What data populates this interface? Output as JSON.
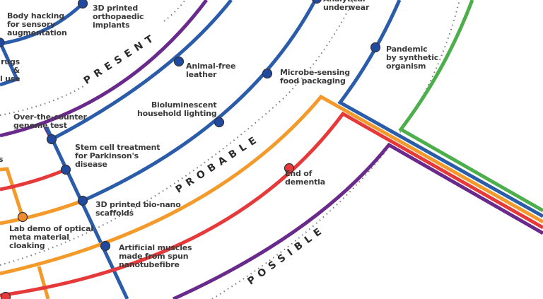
{
  "colors": {
    "blue": "#2a5caa",
    "purple": "#6a2a8c",
    "orange": "#f39a2b",
    "red": "#e63a3a",
    "green": "#4caf4c",
    "node": "#1f4aa0",
    "text": "#3a3a3a"
  },
  "eras": {
    "present": "PRESENT",
    "probable": "PROBABLE",
    "possible": "POSSIBLE"
  },
  "stations": [
    {
      "label": "Body hacking\nfor sensory\naugmentation"
    },
    {
      "label": "3D printed\northopaedic\nimplants"
    },
    {
      "label": "rugs\n&\nl use"
    },
    {
      "label": "Over-the-counter\ngenome test"
    },
    {
      "label": "Animal-free\nleather"
    },
    {
      "label": "Bioluminescent\nhousehold lighting"
    },
    {
      "label": "Microbe-sensing\nfood packaging"
    },
    {
      "label": "Analytical\nunderwear"
    },
    {
      "label": "Pandemic\nby synthetic\norganism"
    },
    {
      "label": "Stem cell treatment\nfor Parkinson's\ndisease"
    },
    {
      "label": "3D printed bio-nano\nscaffolds"
    },
    {
      "label": "Lab demo of optical\nmeta material\ncloaking"
    },
    {
      "label": "Artificial muscles\nmade from spun\nnanotubefibre"
    },
    {
      "label": "End of\ndementia"
    },
    {
      "label": "s"
    }
  ]
}
